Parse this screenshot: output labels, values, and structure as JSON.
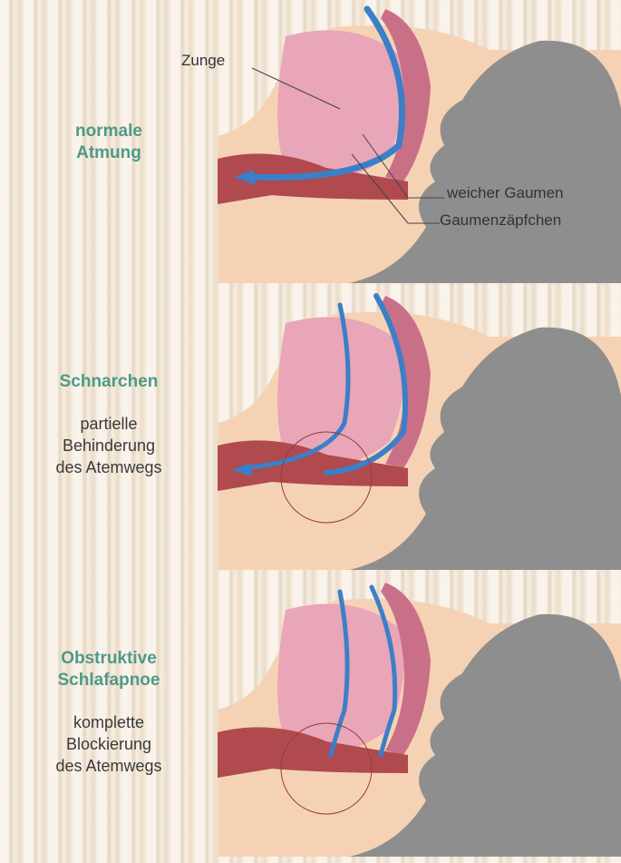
{
  "panels": [
    {
      "title_lines": [
        "normale",
        "Atmung"
      ],
      "desc_lines": []
    },
    {
      "title_lines": [
        "Schnarchen"
      ],
      "desc_lines": [
        "partielle",
        "Behinderung",
        "des Atemwegs"
      ]
    },
    {
      "title_lines": [
        "Obstruktive",
        "Schlafapnoe"
      ],
      "desc_lines": [
        "komplette",
        "Blockierung",
        "des Atemwegs"
      ]
    }
  ],
  "annotations": {
    "tongue": "Zunge",
    "soft_palate": "weicher Gaumen",
    "uvula": "Gaumenzäpfchen"
  },
  "colors": {
    "accent_text": "#4e9a86",
    "skin": "#f6d2b4",
    "head_shadow": "#8e8e8e",
    "tissue": "#e8a6b8",
    "airflow": "#3b7fc8"
  }
}
